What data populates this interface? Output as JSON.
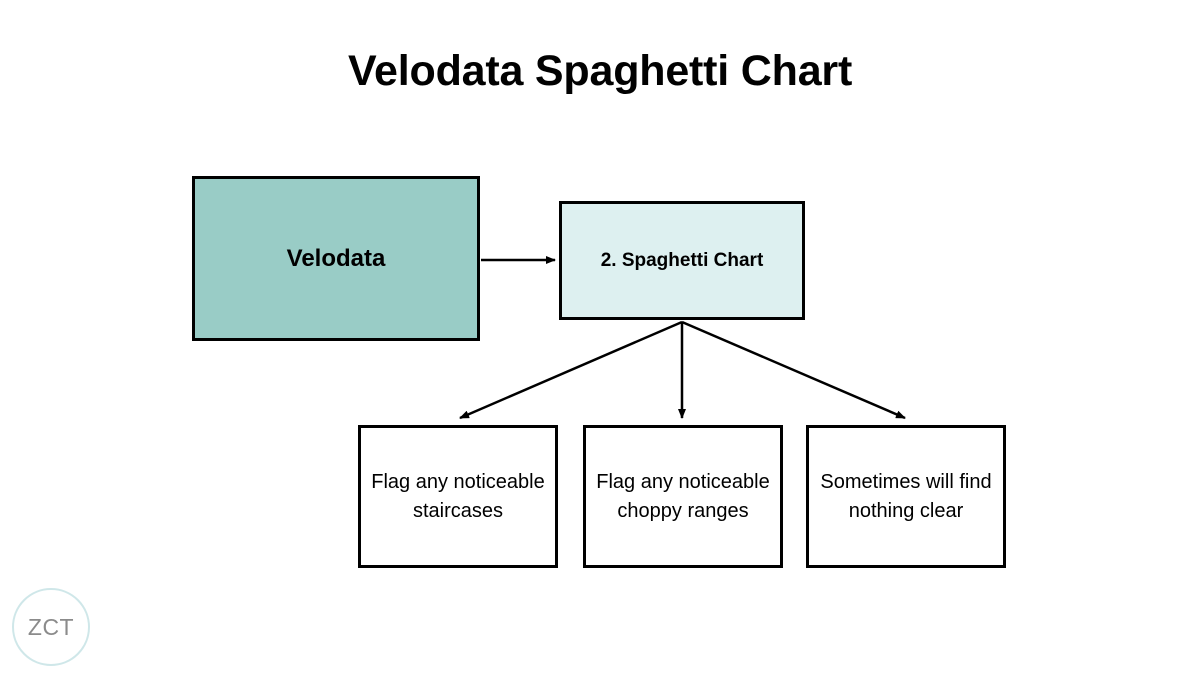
{
  "page": {
    "title": "Velodata Spaghetti Chart",
    "background_color": "#FFFFFF"
  },
  "diagram": {
    "type": "flowchart",
    "source_node": {
      "label": "Velodata",
      "fill_color": "#99CCC6",
      "border_color": "#000000",
      "text_weight": "bold"
    },
    "step_node": {
      "label": "2. Spaghetti Chart",
      "fill_color": "#DDF0F0",
      "border_color": "#000000",
      "text_weight": "bold"
    },
    "outcome_nodes": [
      {
        "label": "Flag any noticeable staircases",
        "lines": [
          "Flag any",
          "noticeable",
          "staircases"
        ],
        "fill_color": "#FFFFFF",
        "border_color": "#000000"
      },
      {
        "label": "Flag any noticeable choppy ranges",
        "lines": [
          "Flag any",
          "noticeable",
          "choppy ranges"
        ],
        "fill_color": "#FFFFFF",
        "border_color": "#000000"
      },
      {
        "label": "Sometimes will find nothing clear",
        "lines": [
          "Sometimes",
          "will find",
          "nothing clear"
        ],
        "fill_color": "#FFFFFF",
        "border_color": "#000000"
      }
    ],
    "connectors": [
      {
        "name": "velodata-to-spaghetti",
        "from": "Velodata",
        "to": "2. Spaghetti Chart",
        "style": "arrow"
      },
      {
        "name": "spaghetti-to-outcome-0",
        "from": "2. Spaghetti Chart",
        "to": "Flag any noticeable staircases",
        "style": "arrow"
      },
      {
        "name": "spaghetti-to-outcome-1",
        "from": "2. Spaghetti Chart",
        "to": "Flag any noticeable choppy ranges",
        "style": "arrow"
      },
      {
        "name": "spaghetti-to-outcome-2",
        "from": "2. Spaghetti Chart",
        "to": "Sometimes will find nothing clear",
        "style": "arrow"
      }
    ]
  },
  "watermark": {
    "text": "ZCT",
    "ring_color": "#CFE7E9",
    "text_color": "#8B8B8B"
  }
}
